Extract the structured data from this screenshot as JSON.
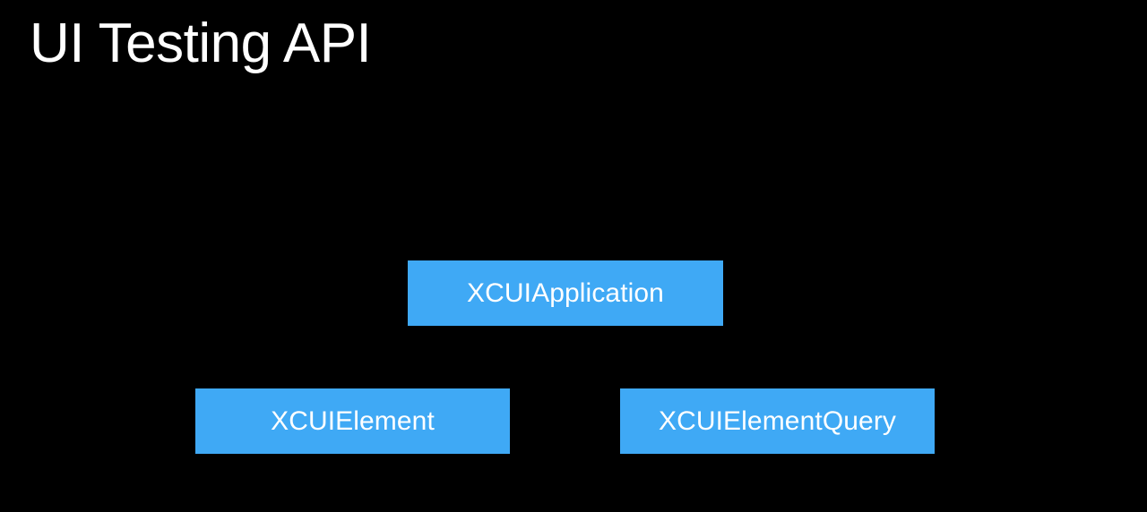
{
  "slide": {
    "title": "UI Testing API",
    "background_color": "#000000",
    "title_color": "#ffffff"
  },
  "diagram": {
    "type": "class-hierarchy",
    "accent_color": "#3FA9F5",
    "node_label_color": "#ffffff",
    "nodes": [
      {
        "id": "xcuiapplication",
        "label": "XCUIApplication",
        "row": 1,
        "column": "center"
      },
      {
        "id": "xcuielement",
        "label": "XCUIElement",
        "row": 2,
        "column": "left"
      },
      {
        "id": "xcuielementquery",
        "label": "XCUIElementQuery",
        "row": 2,
        "column": "right"
      }
    ]
  }
}
